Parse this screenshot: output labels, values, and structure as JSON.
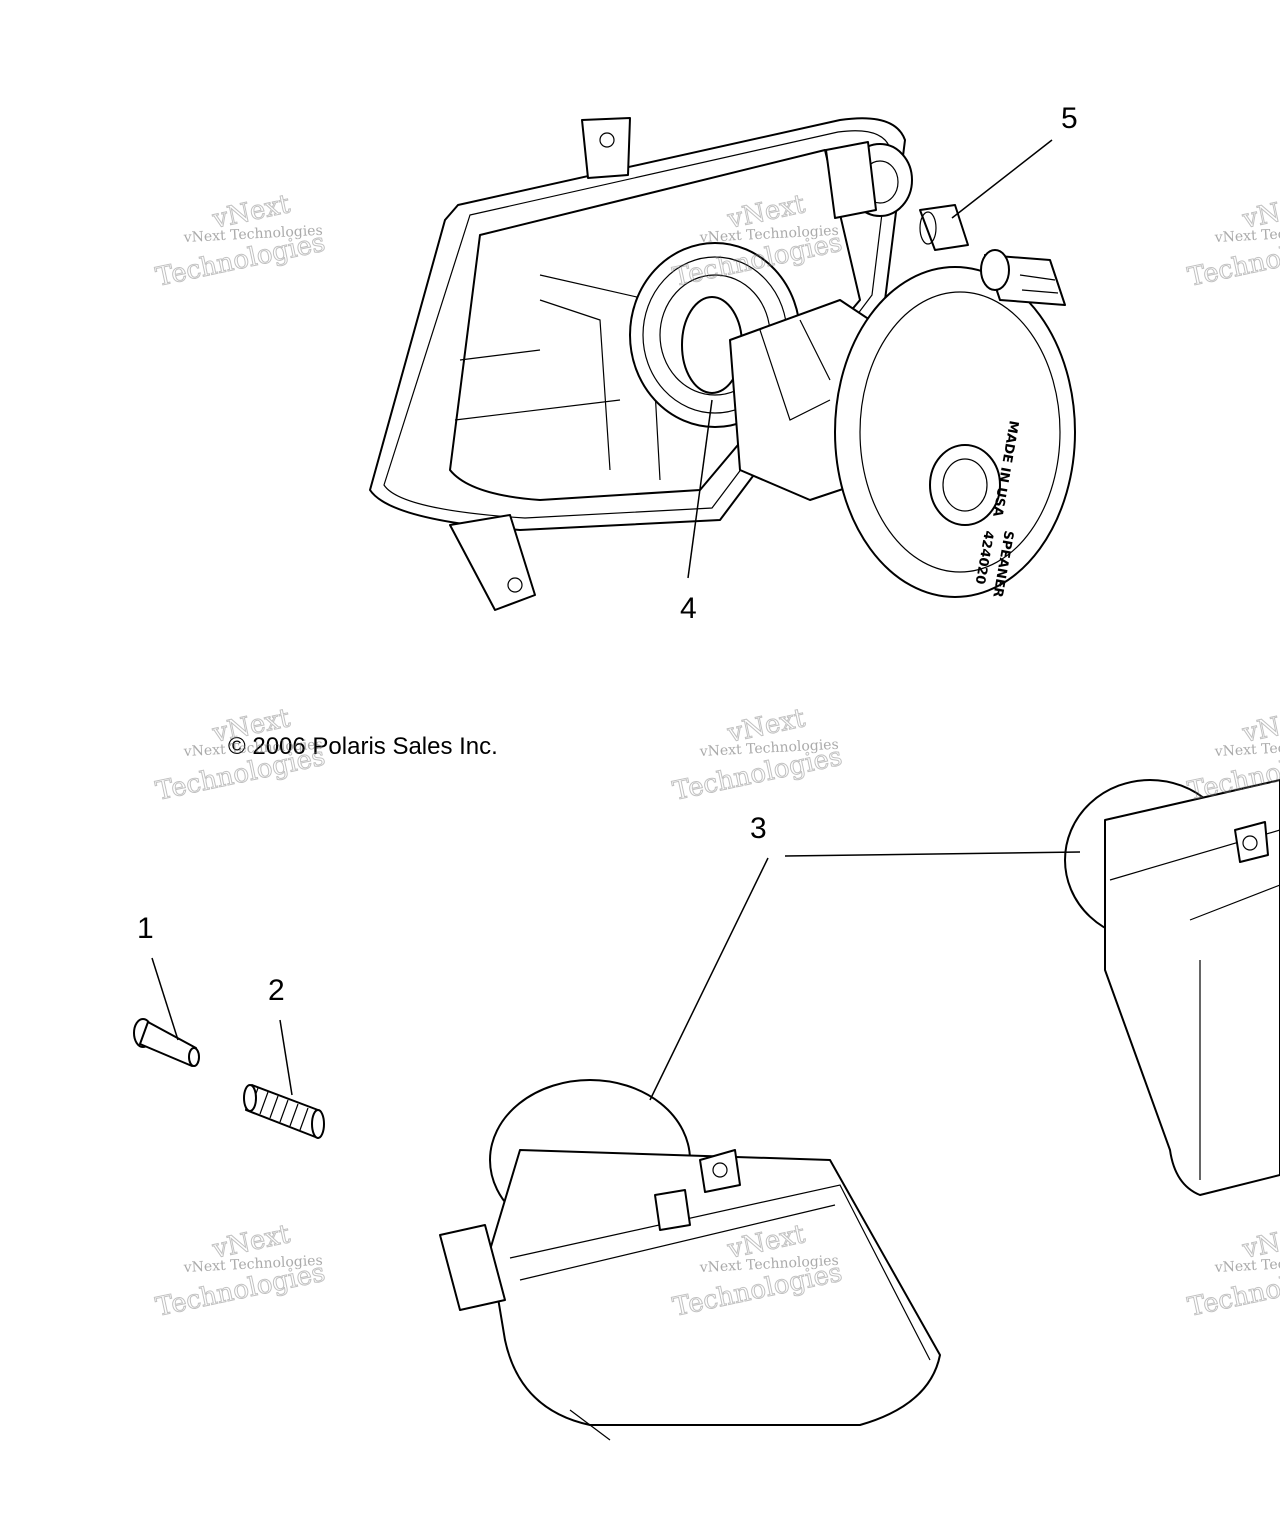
{
  "copyright": "© 2006 Polaris Sales Inc.",
  "callouts": {
    "c1": "1",
    "c2": "2",
    "c3": "3",
    "c4": "4",
    "c5": "5"
  },
  "watermark": {
    "line1": "vNext Technologies",
    "line2": "vNext",
    "line3": "Technologies"
  },
  "bulb_stamp": {
    "made_in": "MADE IN USA",
    "brand": "SPEANER",
    "code": "424020"
  }
}
